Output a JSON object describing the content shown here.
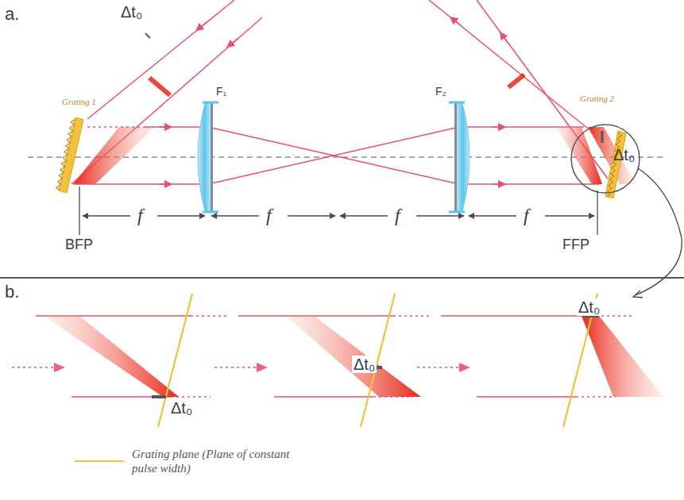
{
  "diagram": {
    "labels": [
      "a.",
      "Δt₀",
      "Grating 1",
      "F₁",
      "F₂",
      "Grating 2",
      "Δt₀",
      "f",
      "f",
      "f",
      "f",
      "BFP",
      "FFP",
      "b.",
      "Δt₀",
      "Δt₀",
      "Δt₀"
    ],
    "legend": [
      {
        "text": "Grating plane (Plane of constant pulse width)"
      }
    ]
  }
}
